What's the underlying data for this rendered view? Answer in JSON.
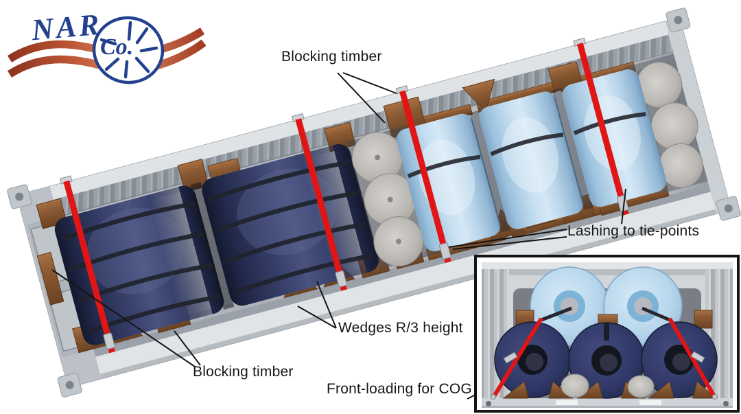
{
  "logo": {
    "company": "NAR",
    "suffix": "Co."
  },
  "annotations": {
    "blocking_timber_top": "Blocking timber",
    "lashing": "Lashing to tie-points",
    "wedges": "Wedges R/3 height",
    "blocking_timber_bottom": "Blocking timber",
    "front_loading": "Front-loading for COG"
  },
  "colors": {
    "background": "#ffffff",
    "label_text": "#161616",
    "logo_blue": "#23418f",
    "logo_red": "#b04028",
    "strap_red": "#e01616",
    "coil_navy": "#2e3766",
    "coil_blue": "#b7d6ec",
    "band_black": "#23262e",
    "timber": "#8b5a33",
    "timber_light": "#a97043",
    "timber_dark": "#6b4323",
    "airbag_gray": "#b3b1ad",
    "container_light": "#dde1e4",
    "container_mid": "#c2c7cc",
    "container_dark": "#8e949b"
  }
}
